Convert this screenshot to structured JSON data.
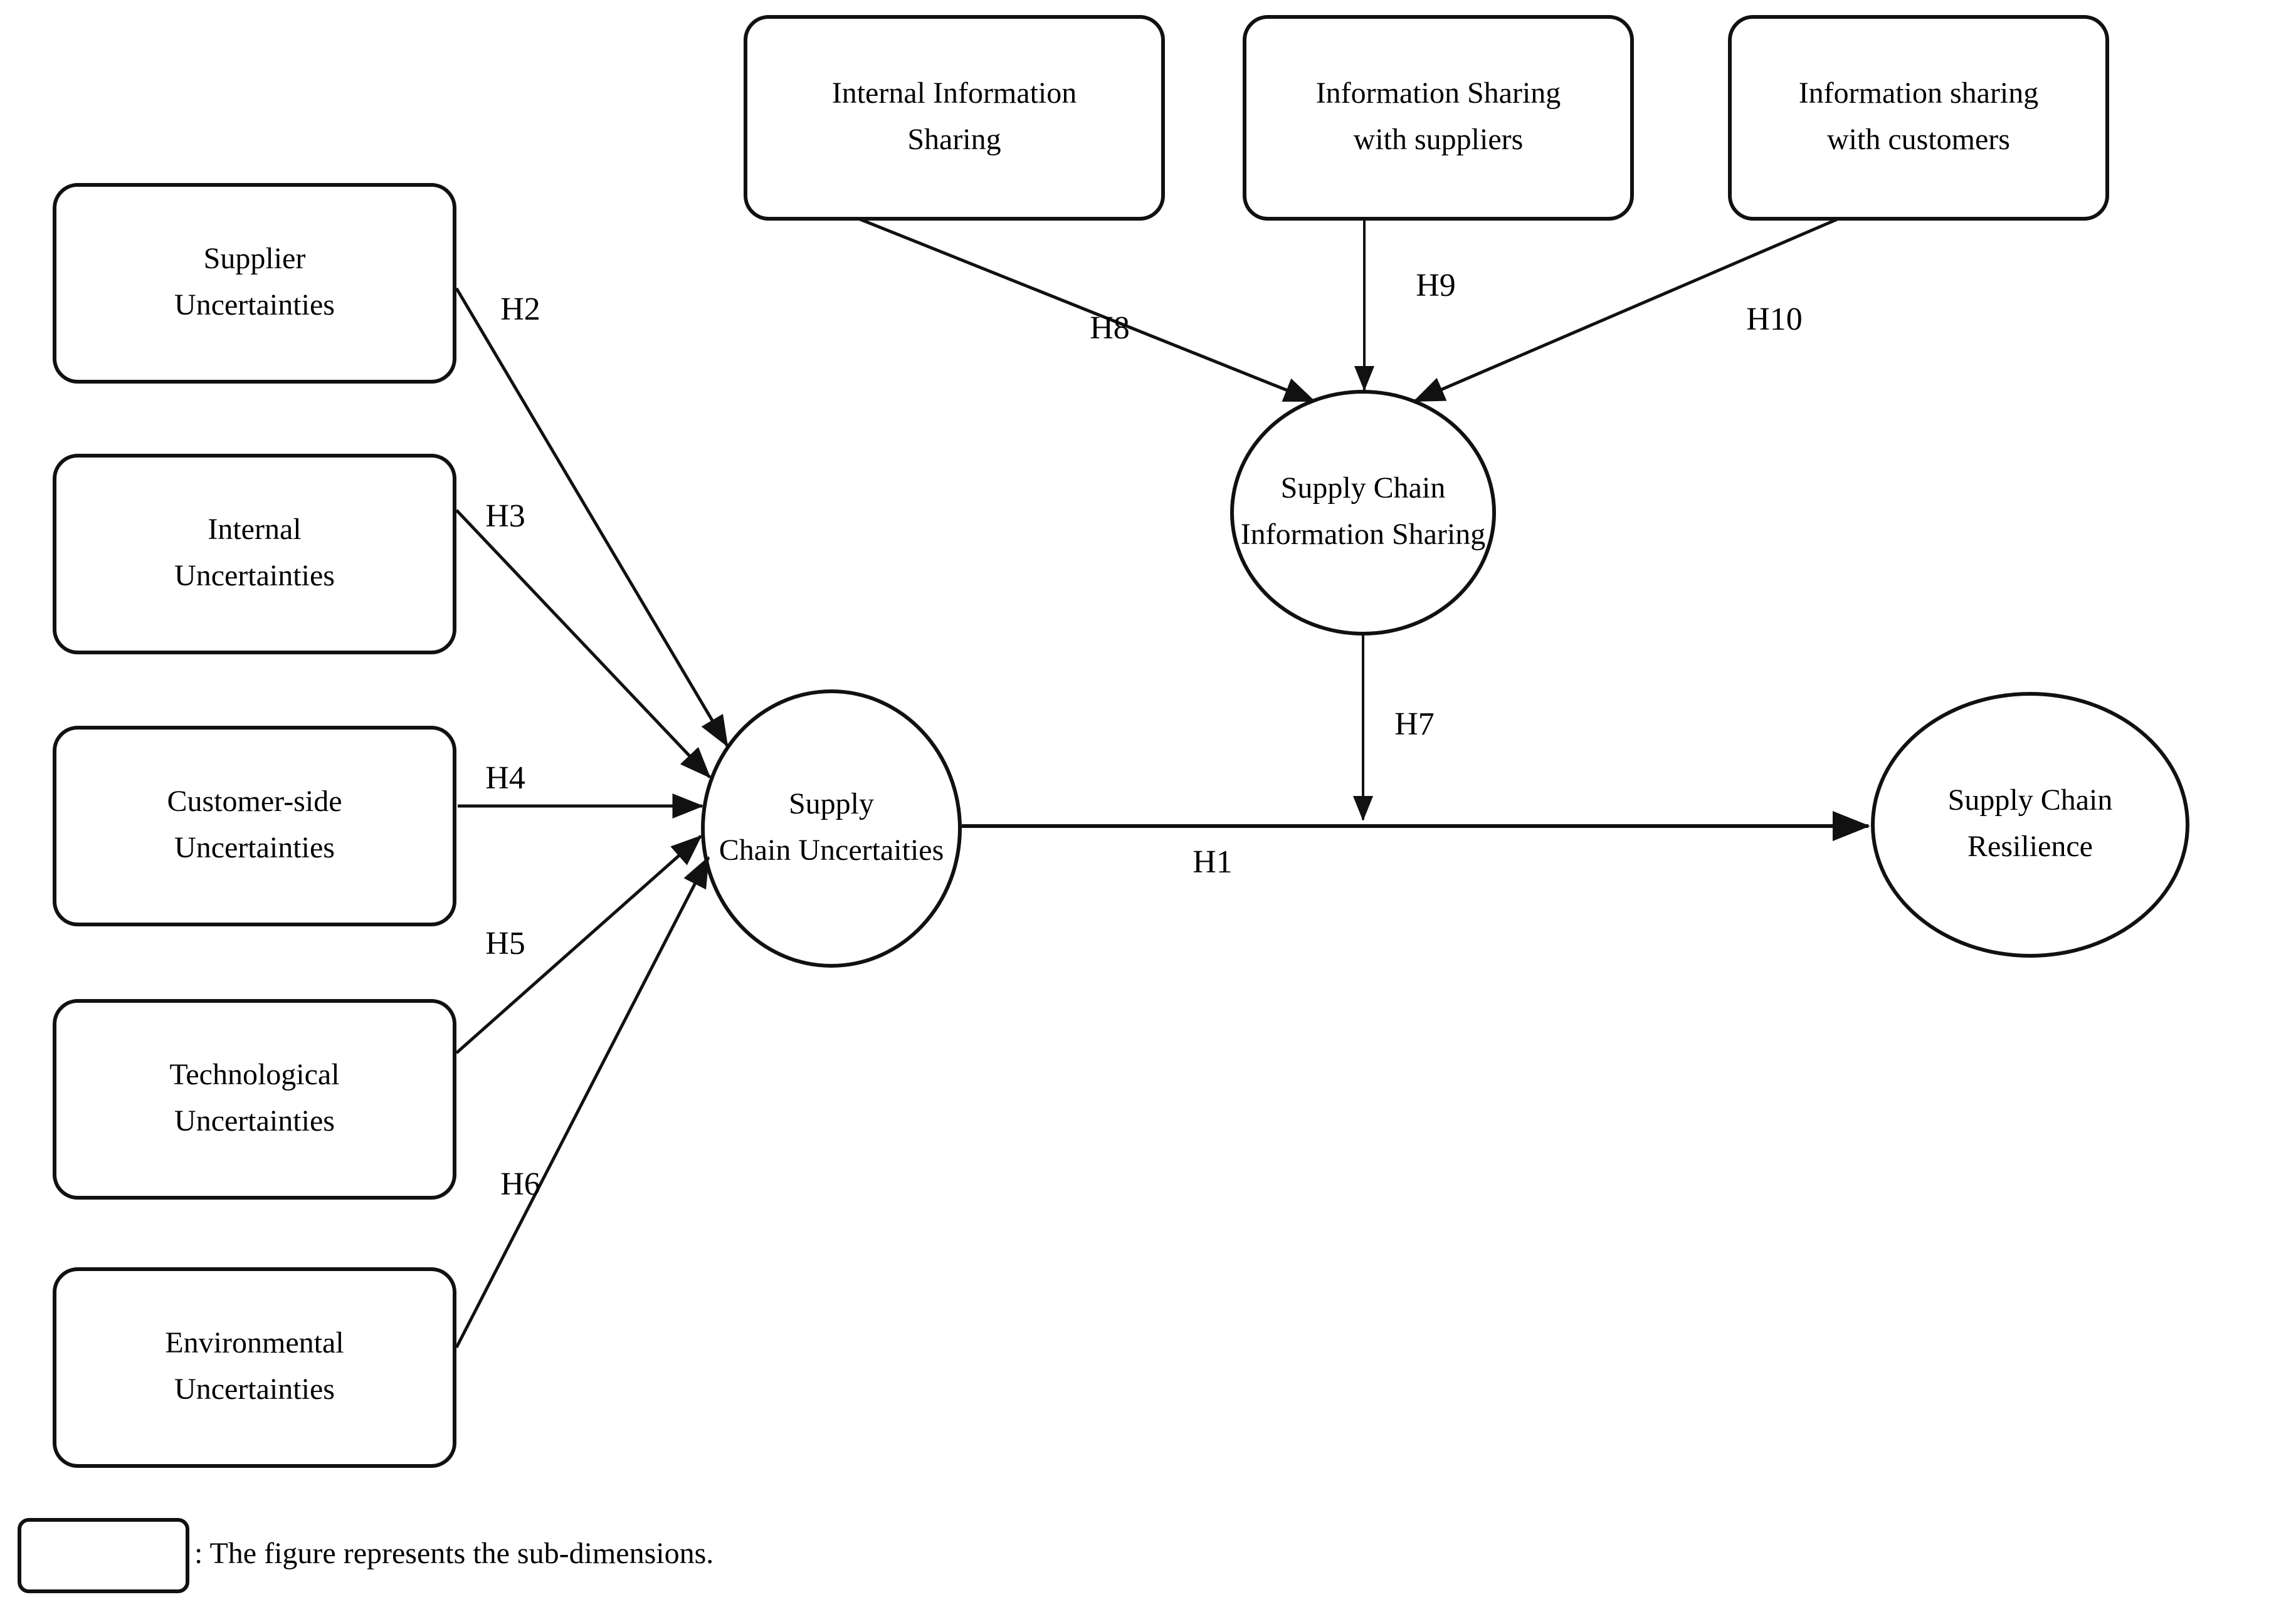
{
  "colors": {
    "stroke": "#111111",
    "text": "#000000",
    "background": "#ffffff"
  },
  "nodes": {
    "information_sharing_sources": [
      {
        "name": "internal-information-sharing",
        "lines": [
          "Internal Information",
          "Sharing"
        ]
      },
      {
        "name": "information-sharing-with-suppliers",
        "lines": [
          "Information Sharing",
          "with suppliers"
        ]
      },
      {
        "name": "information-sharing-with-customers",
        "lines": [
          "Information sharing",
          "with customers"
        ]
      }
    ],
    "uncertainty_sub_dimensions": [
      {
        "name": "supplier-uncertainties",
        "lines": [
          "Supplier",
          "Uncertainties"
        ]
      },
      {
        "name": "internal-uncertainties",
        "lines": [
          "Internal",
          "Uncertainties"
        ]
      },
      {
        "name": "customer-side-uncertainties",
        "lines": [
          "Customer-side",
          "Uncertainties"
        ]
      },
      {
        "name": "technological-uncertainties",
        "lines": [
          "Technological",
          "Uncertainties"
        ]
      },
      {
        "name": "environmental-uncertainties",
        "lines": [
          "Environmental",
          "Uncertainties"
        ]
      }
    ],
    "constructs": [
      {
        "name": "supply-chain-uncertainties",
        "lines": [
          "Supply",
          "Chain Uncertaities"
        ]
      },
      {
        "name": "supply-chain-information-sharing",
        "lines": [
          "Supply Chain",
          "Information Sharing"
        ]
      },
      {
        "name": "supply-chain-resilience",
        "lines": [
          "Supply Chain",
          "Resilience"
        ]
      }
    ]
  },
  "hypotheses": {
    "h1": "H1",
    "h2": "H2",
    "h3": "H3",
    "h4": "H4",
    "h5": "H5",
    "h6": "H6",
    "h7": "H7",
    "h8": "H8",
    "h9": "H9",
    "h10": "H10"
  },
  "legend": {
    "note": ": The figure represents the sub-dimensions."
  }
}
